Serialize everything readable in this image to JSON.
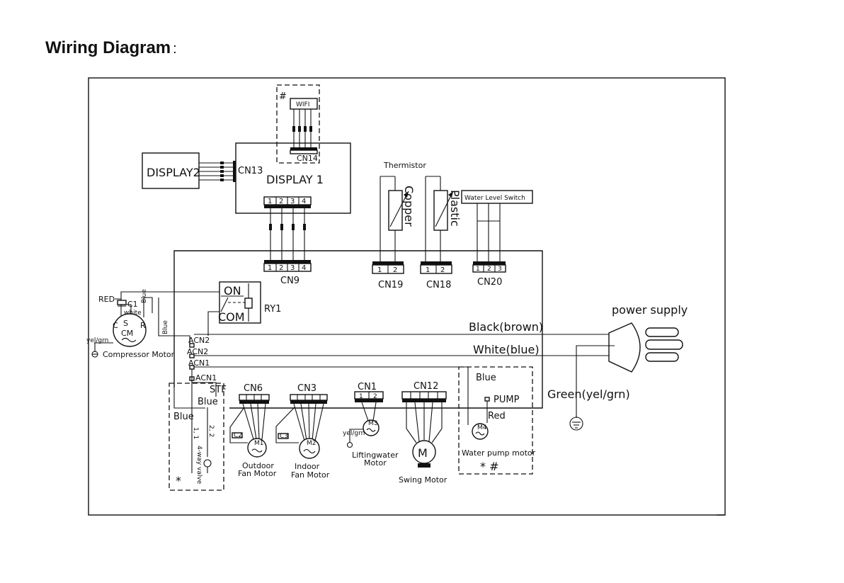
{
  "heading": {
    "title": "Wiring Diagram",
    "colon": ":"
  },
  "labels": {
    "display2": "DISPLAY2",
    "display1": "DISPLAY 1",
    "cn13": "CN13",
    "cn14": "CN14",
    "wifi": "WIFI",
    "hash_top": "#",
    "thermistor": "Thermistor",
    "copper": "Copper",
    "plastic": "Plastic",
    "water_level_switch": "Water Level Switch",
    "cn9": "CN9",
    "cn19": "CN19",
    "cn18": "CN18",
    "cn20": "CN20",
    "on": "ON",
    "com": "COM",
    "ry1": "RY1",
    "red": "RED",
    "c1": "C1",
    "white": "white",
    "blue": "Blue",
    "cm_c": "C",
    "cm_s": "S",
    "cm_r": "R",
    "cm": "CM",
    "yel_grn": "yel/grn",
    "compressor_motor": "Compressor Motor",
    "blue_vertical": "Blue",
    "acn2_a": "ACN2",
    "acn2_b": "ACN2",
    "acn1_a": "ACN1",
    "acn1_b": "ACN1",
    "power_supply": "power supply",
    "black_brown": "Black(brown)",
    "white_blue": "White(blue)",
    "green_yel_grn": "Green(yel/grn)",
    "stf": "STF",
    "blue_stf": "Blue",
    "blue_left": "Blue",
    "one_one": "1, 1",
    "two_two": "2, 2",
    "four_way_valve": "4-way valve",
    "star_left": "*",
    "cn6": "CN6",
    "cn3": "CN3",
    "cn1": "CN1",
    "cn12": "CN12",
    "c2": "C2",
    "c3": "C3",
    "m1": "M1",
    "m2": "M2",
    "m3": "M3",
    "m4": "M4",
    "m_swing": "M",
    "outdoor_fan_motor_1": "Outdoor",
    "outdoor_fan_motor_2": "Fan Motor",
    "indoor_fan_motor_1": "Indoor",
    "indoor_fan_motor_2": "Fan Motor",
    "lifting_water_motor_1": "Liftingwater",
    "lifting_water_motor_2": "Motor",
    "swing_motor": "Swing Motor",
    "blue_pump": "Blue",
    "pump": "PUMP",
    "red_pump": "Red",
    "water_pump_motor": "Water pump motor",
    "star_hash": "* #",
    "yel_grn_m3": "yel/grn"
  }
}
